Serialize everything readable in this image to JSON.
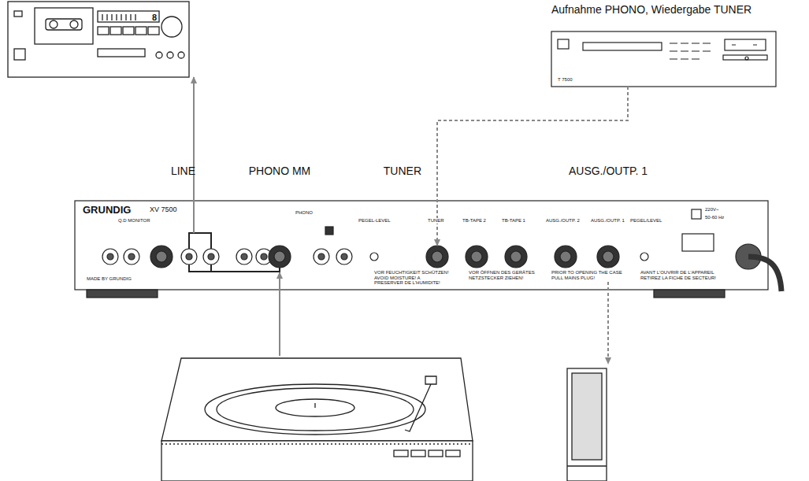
{
  "diagram": {
    "title": "Aufnahme PHONO, Wiedergabe TUNER",
    "nodes": [
      {
        "text": [
          "8"
        ]
      },
      {
        "text": [
          "T 7500"
        ]
      },
      {
        "text": [
          "GRUNDIG",
          "XV 7500",
          "Q.D MONITOR",
          "PHONO",
          "PEGEL-LEVEL",
          "TUNER",
          "TB-TAPE 2",
          "TB-TAPE 1",
          "AUSG./OUTP. 2",
          "AUSG./OUTP. 1",
          "PEGEL/LEVEL",
          "220V~",
          "50-60 Hz",
          "MADE BY GRUNDIG",
          "VOR FEUCHTIGKEIT SCHÜTZEN! AVOID MOISTURE! A PRESERVER DE L'HUMIDITE!",
          "VOR ÖFFNEN DES GERÄTES NETZSTECKER ZIEHEN!",
          "PRIOR TO OPENING THE CASE PULL MAINS PLUG!",
          "AVANT L'OUVRIR DE L'APPAREIL RETIREZ LA FICHE DE SECTEUR!"
        ]
      },
      {
        "text": [
          "LINE"
        ],
        "in": 2
      },
      {
        "text": [
          "PHONO MM"
        ],
        "in": 2
      },
      {
        "text": [
          "TUNER"
        ],
        "in": 2
      },
      {
        "text": [
          "AUSG./OUTP. 1"
        ],
        "in": 2
      }
    ],
    "edges": [
      {
        "from": 3,
        "to": 0,
        "arrow": "to"
      },
      {
        "from": 1,
        "to": 5,
        "arrow": "to"
      }
    ]
  }
}
